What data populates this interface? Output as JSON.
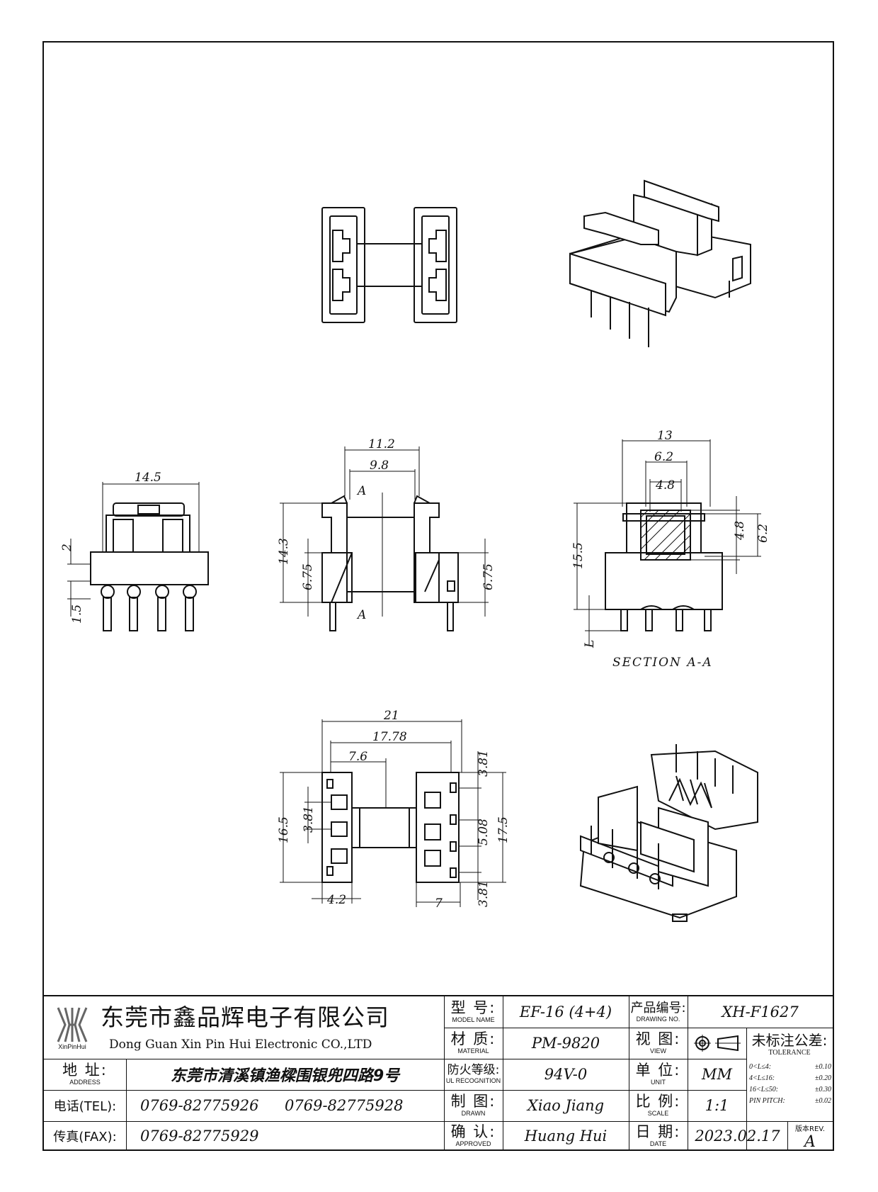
{
  "dimensions": {
    "view1_width": "14.5",
    "view1_h1": "2",
    "view1_h2": "1.5",
    "side_outer": "11.2",
    "side_inner": "9.8",
    "side_height": "14.3",
    "side_left_h": "6.75",
    "side_right_h": "6.75",
    "section_mark": "A",
    "sec_width": "13",
    "sec_62": "6.2",
    "sec_48": "4.8",
    "sec_v48": "4.8",
    "sec_v62": "6.2",
    "sec_height": "15.5",
    "sec_L": "L",
    "section_label": "SECTION A-A",
    "bot_21": "21",
    "bot_1778": "17.78",
    "bot_76": "7.6",
    "bot_381_top": "3.81",
    "bot_165": "16.5",
    "bot_381_left": "3.81",
    "bot_508": "5.08",
    "bot_175": "17.5",
    "bot_381_bot": "3.81",
    "bot_42": "4.2",
    "bot_7": "7"
  },
  "title_block": {
    "logo_text": "XinPinHui",
    "company_cn": "东莞市鑫品辉电子有限公司",
    "company_en": "Dong Guan Xin Pin Hui Electronic CO.,LTD",
    "address_label_cn": "地 址:",
    "address_label_en": "ADDRESS",
    "address_value": "东莞市清溪镇渔樑围银兜四路9号",
    "tel_label": "电话(TEL):",
    "tel_value1": "0769-82775926",
    "tel_value2": "0769-82775928",
    "fax_label": "传真(FAX):",
    "fax_value": "0769-82775929",
    "model_label_cn": "型 号:",
    "model_label_en": "MODEL NAME",
    "model_value": "EF-16 (4+4)",
    "material_label_cn": "材 质:",
    "material_label_en": "MATERIAL",
    "material_value": "PM-9820",
    "ul_label_cn": "防火等级:",
    "ul_label_en": "UL RECOGNITION",
    "ul_value": "94V-0",
    "drawn_label_cn": "制 图:",
    "drawn_label_en": "DRAWN",
    "drawn_value": "Xiao Jiang",
    "approved_label_cn": "确 认:",
    "approved_label_en": "APPROVED",
    "approved_value": "Huang Hui",
    "drawing_no_label_cn": "产品编号:",
    "drawing_no_label_en": "DRAWING NO.",
    "drawing_no_value": "XH-F1627",
    "view_label_cn": "视 图:",
    "view_label_en": "VIEW",
    "unit_label_cn": "单 位:",
    "unit_label_en": "UNIT",
    "unit_value": "MM",
    "scale_label_cn": "比 例:",
    "scale_label_en": "SCALE",
    "scale_value": "1:1",
    "date_label_cn": "日 期:",
    "date_label_en": "DATE",
    "date_value": "2023.02.17",
    "tolerance_label_cn": "未标注公差:",
    "tolerance_label_en": "TOLERANCE",
    "tol_rows": [
      {
        "range": "0<L≤4:",
        "value": "±0.10"
      },
      {
        "range": "4<L≤16:",
        "value": "±0.20"
      },
      {
        "range": "16<L≤50:",
        "value": "±0.30"
      },
      {
        "range": "PIN PITCH:",
        "value": "±0.02"
      }
    ],
    "rev_label": "版本REV.",
    "rev_value": "A"
  }
}
